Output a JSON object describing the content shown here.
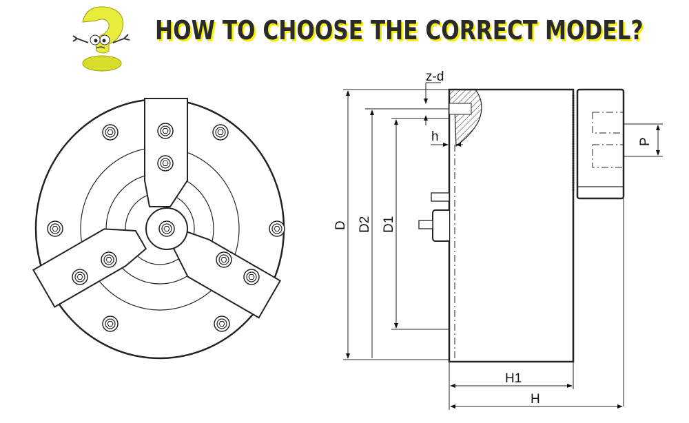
{
  "header": {
    "title": "HOW TO CHOOSE THE CORRECT MODEL?",
    "icon": "question-mark-character-icon",
    "icon_color": "#e8ec3a"
  },
  "side_view": {
    "labels": {
      "zd": "z-d",
      "h": "h",
      "P": "P",
      "D": "D",
      "D2": "D2",
      "D1": "D1",
      "H1": "H1",
      "H": "H"
    }
  }
}
